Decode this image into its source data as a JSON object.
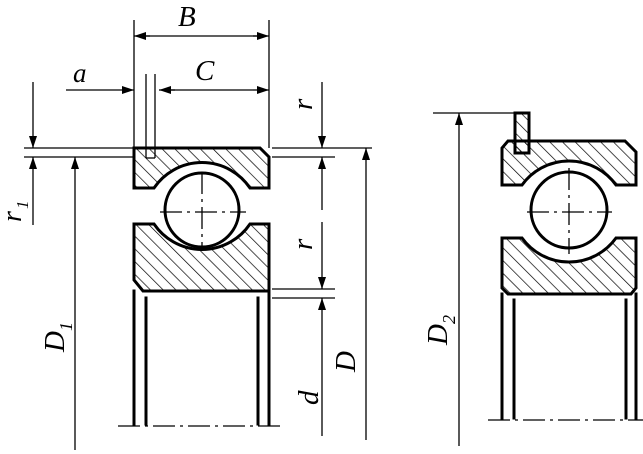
{
  "labels": {
    "B": "B",
    "a": "a",
    "C": "C",
    "r_top": "r",
    "r_mid": "r",
    "r1_base": "r",
    "r1_sub": "1",
    "D1_base": "D",
    "D1_sub": "1",
    "D": "D",
    "d": "d",
    "D2_base": "D",
    "D2_sub": "2"
  }
}
